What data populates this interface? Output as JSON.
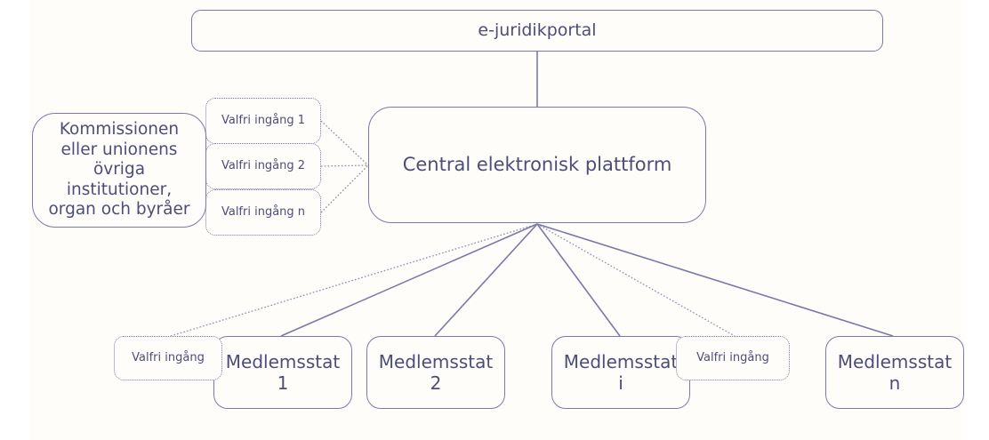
{
  "diagram": {
    "title_node": {
      "label": "e-juridikportal"
    },
    "central": {
      "label": "Central elektronisk plattform"
    },
    "institutions": {
      "label": "Kommissionen\neller unionens\növriga\ninstitutioner,\norgan och byråer"
    },
    "optional_entries_left": [
      {
        "label": "Valfri ingång 1"
      },
      {
        "label": "Valfri ingång 2"
      },
      {
        "label": "Valfri ingång n"
      }
    ],
    "member_states": [
      {
        "label": "Medlemsstat\n1"
      },
      {
        "label": "Medlemsstat\n2"
      },
      {
        "label": "Medlemsstat\ni"
      },
      {
        "label": "Medlemsstat\nn"
      }
    ],
    "optional_entries_bottom": [
      {
        "label": "Valfri ingång"
      },
      {
        "label": "Valfri ingång"
      }
    ],
    "colors": {
      "stroke": "#7a7aa6",
      "text": "#4d4d7a",
      "background": "#fffdfa",
      "dotted_stroke": "#8b8bb0"
    }
  }
}
